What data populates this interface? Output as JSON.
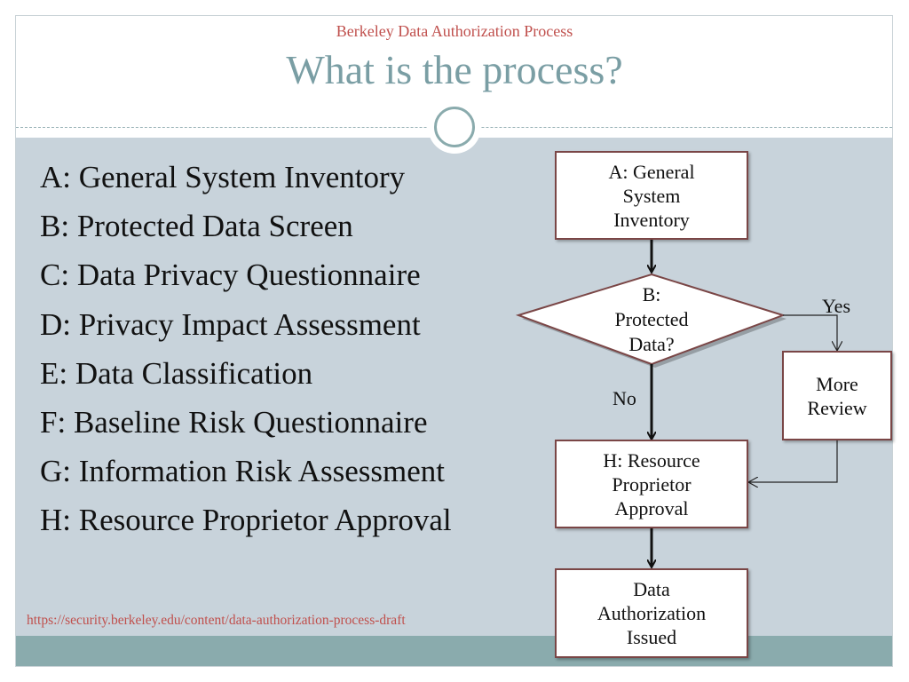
{
  "header": {
    "subtitle": "Berkeley Data Authorization Process",
    "title": "What is the process?"
  },
  "steps": [
    "A: General System Inventory",
    "B: Protected Data Screen",
    "C: Data Privacy Questionnaire",
    "D: Privacy Impact Assessment",
    "E: Data Classification",
    "F: Baseline Risk Questionnaire",
    "G: Information Risk Assessment",
    "H: Resource Proprietor Approval"
  ],
  "source_url": "https://security.berkeley.edu/content/data-authorization-process-draft",
  "flowchart": {
    "node_a": [
      "A: General",
      "System",
      "Inventory"
    ],
    "node_b": [
      "B:",
      "Protected",
      "Data?"
    ],
    "node_review": [
      "More",
      "Review"
    ],
    "node_h": [
      "H: Resource",
      "Proprietor",
      "Approval"
    ],
    "node_issued": [
      "Data",
      "Authorization",
      "Issued"
    ],
    "label_yes": "Yes",
    "label_no": "No"
  },
  "colors": {
    "accent_red": "#c0504d",
    "title_teal": "#7a9ea4",
    "content_bg": "#c8d3db",
    "footer_band": "#8aabad",
    "box_border": "#7a4646"
  }
}
